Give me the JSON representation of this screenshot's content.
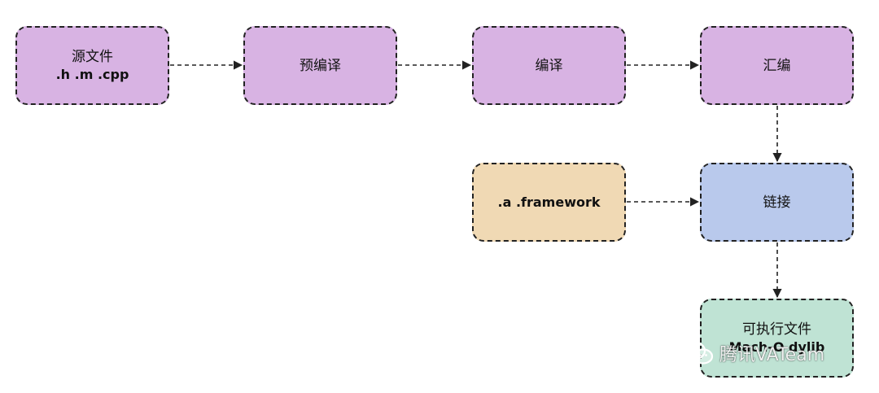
{
  "colors": {
    "purple": "#d8b3e3",
    "orange": "#f0d9b4",
    "blue": "#b9c9ec",
    "green": "#bfe3d4",
    "border": "#222222",
    "arrow": "#222222"
  },
  "nodes": {
    "source": {
      "line1": "源文件",
      "line2": ".h .m .cpp"
    },
    "preprocess": {
      "label": "预编译"
    },
    "compile": {
      "label": "编译"
    },
    "assemble": {
      "label": "汇编"
    },
    "libraries": {
      "label": ".a .framework"
    },
    "link": {
      "label": "链接"
    },
    "executable": {
      "line1": "可执行文件",
      "line2": "Mach-O dylib"
    }
  },
  "watermark": {
    "text": "腾讯VATeam",
    "icon": "wechat-icon"
  }
}
